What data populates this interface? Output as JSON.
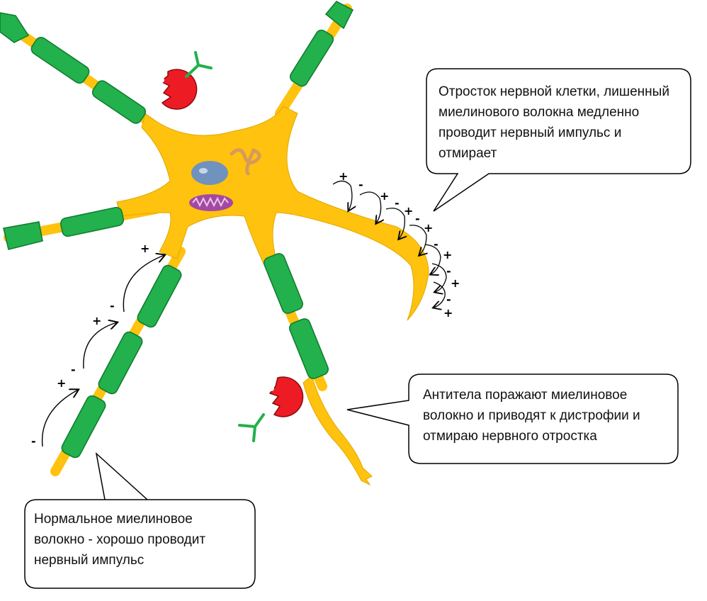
{
  "colors": {
    "neuron": "#FFC20E",
    "myelin": "#22B14C",
    "antibody_body": "#ED1C24",
    "antibody_arm": "#22B14C",
    "nucleus": "#7092BE",
    "mitochondrion": "#A349A4",
    "golgi": "#D79A5B"
  },
  "callouts": {
    "demyelinated": {
      "text": "Отросток нервной клетки, лишенный миелинового волокна медленно проводит нервный импульс и отмирает"
    },
    "antibodies": {
      "text": "Антитела поражают миелиновое волокно и приводят к дистрофии и отмираю нервного отростка"
    },
    "normal": {
      "text": "Нормальное миелиновое волокно - хорошо проводит нервный импульс"
    }
  },
  "charges": {
    "plus": "+",
    "minus": "-"
  },
  "icons": [
    "antibody-icon",
    "arrow-icon"
  ]
}
